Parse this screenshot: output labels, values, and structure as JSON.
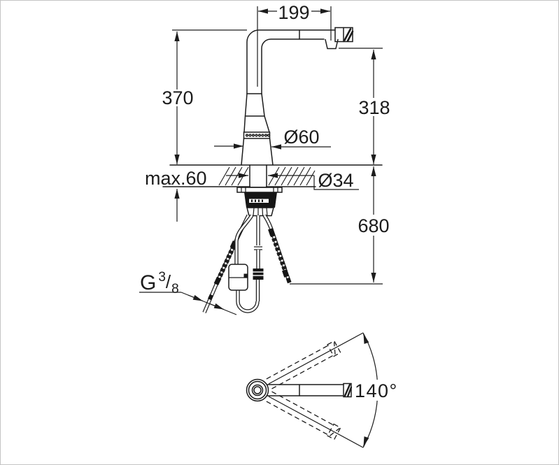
{
  "drawing": {
    "title_hint": "faucet dimension drawing",
    "labels": {
      "reach": "199",
      "total_height": "370",
      "spout_height": "318",
      "base_diameter": "Ø60",
      "max_deck_thickness": "max.60",
      "hole_diameter": "Ø34",
      "hose_drop": "680",
      "swivel_angle": "140°",
      "thread": {
        "g": "G",
        "numerator": "3",
        "slash": "/",
        "denominator": "8"
      }
    },
    "colors": {
      "line": "#1c1c1c",
      "background": "#ffffff",
      "border": "#c4c4c4"
    }
  }
}
